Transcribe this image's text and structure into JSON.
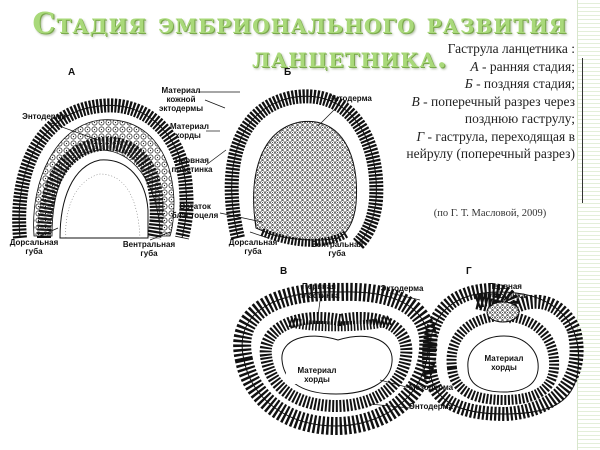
{
  "title": {
    "line1": "Стадия эмбрионального развития",
    "line2": "ланцетника."
  },
  "caption": {
    "heading": "Гаструла ланцетника :",
    "item_a_letter": "А",
    "item_a_text": " - ранняя стадия;",
    "item_b_letter": "Б",
    "item_b_text": " - поздняя стадия;",
    "item_v_letter": "В",
    "item_v_text": " - поперечный разрез через позднюю гаструлу;",
    "item_g_letter": "Г",
    "item_g_text": " - гаструла, переходящая в нейрулу (поперечный разрез)"
  },
  "source": "(по Г. Т. Масловой, 2009)",
  "figure_letters": {
    "a": "А",
    "b": "Б",
    "v": "В",
    "g": "Г"
  },
  "labels": {
    "entoderma_a": "Энтодерма",
    "material_kozhnoy_ektodermy": "Материал кожной эктодермы",
    "entoderma_b": "Энтодерма",
    "material_hordy": "Материал хорды",
    "pervaya_plastinka": "Первная пластинка",
    "ostatok_blastocelya": "Остаток бластоцеля",
    "dorsalnaya_guba_a": "Дорсальная губа",
    "ventralnaya_guba_a": "Вентральная губа",
    "dorsalnaya_guba_b": "Дорсальная губа",
    "ventralnaya_guba_b": "Вентральная губа",
    "pervaya_plastinka_v": "Первная пластинка",
    "ektoderma_v": "Эктодерма",
    "material_hordy_v": "Материал хорды",
    "mezoderma_v": "Мезодерма",
    "entoderma_v": "Энтодерма",
    "pervaya_plastinka_g": "Первная пластинка",
    "material_hordy_g": "Материал хорды"
  },
  "colors": {
    "title_green": "#a9d97a",
    "title_shadow": "#7aa84c",
    "ink": "#111111",
    "frame": "#e3efd9"
  }
}
